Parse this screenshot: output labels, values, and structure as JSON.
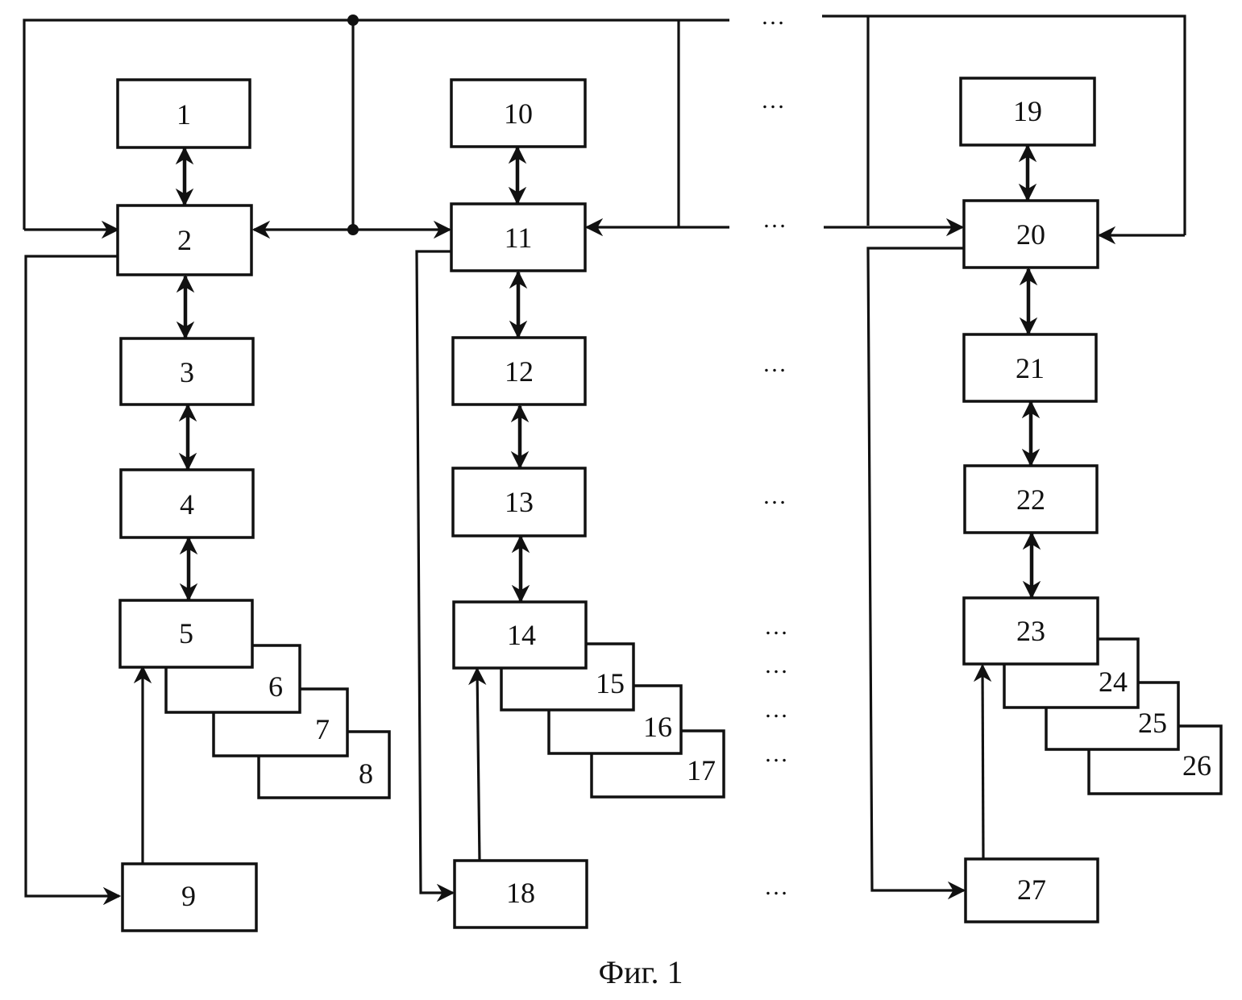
{
  "caption": "Фиг. 1",
  "ellipsis": "…",
  "blocks": {
    "b1": "1",
    "b2": "2",
    "b3": "3",
    "b4": "4",
    "b5": "5",
    "b6": "6",
    "b7": "7",
    "b8": "8",
    "b9": "9",
    "b10": "10",
    "b11": "11",
    "b12": "12",
    "b13": "13",
    "b14": "14",
    "b15": "15",
    "b16": "16",
    "b17": "17",
    "b18": "18",
    "b19": "19",
    "b20": "20",
    "b21": "21",
    "b22": "22",
    "b23": "23",
    "b24": "24",
    "b25": "25",
    "b26": "26",
    "b27": "27"
  }
}
